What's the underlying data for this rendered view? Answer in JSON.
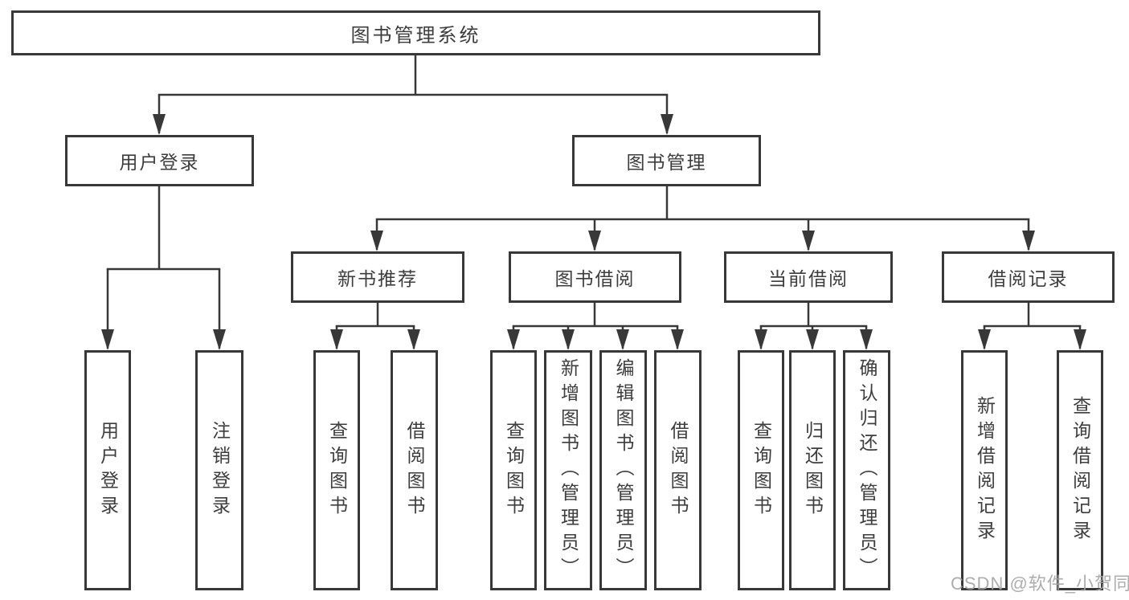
{
  "diagram": {
    "root": {
      "label": "图书管理系统"
    },
    "branches": [
      {
        "label": "用户登录",
        "children": [
          {
            "label": "用户登录"
          },
          {
            "label": "注销登录"
          }
        ]
      },
      {
        "label": "图书管理",
        "children": [
          {
            "label": "新书推荐",
            "children": [
              {
                "label": "查询图书"
              },
              {
                "label": "借阅图书"
              }
            ]
          },
          {
            "label": "图书借阅",
            "children": [
              {
                "label": "查询图书"
              },
              {
                "label": "新增图书（管理员）"
              },
              {
                "label": "编辑图书（管理员）"
              },
              {
                "label": "借阅图书"
              }
            ]
          },
          {
            "label": "当前借阅",
            "children": [
              {
                "label": "查询图书"
              },
              {
                "label": "归还图书"
              },
              {
                "label": "确认归还（管理员）"
              }
            ]
          },
          {
            "label": "借阅记录",
            "children": [
              {
                "label": "新增借阅记录"
              },
              {
                "label": "查询借阅记录"
              }
            ]
          }
        ]
      }
    ]
  },
  "watermark": {
    "text": "CSDN @软件_小贺同学"
  },
  "colors": {
    "line": "#383838",
    "text": "#3d3d3d",
    "background": "#ffffff",
    "watermark": "#a4a4a4"
  }
}
